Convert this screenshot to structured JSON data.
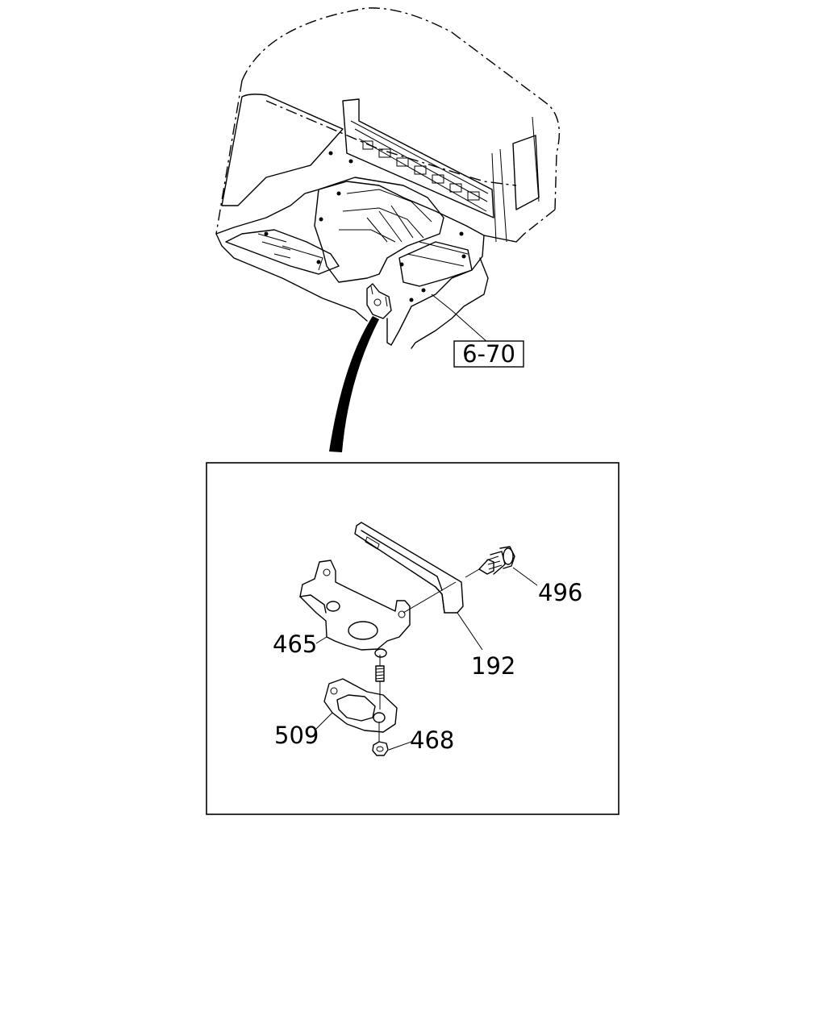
{
  "reference_label": "6-70",
  "parts": {
    "p496": "496",
    "p192": "192",
    "p465": "465",
    "p509": "509",
    "p468": "468"
  }
}
